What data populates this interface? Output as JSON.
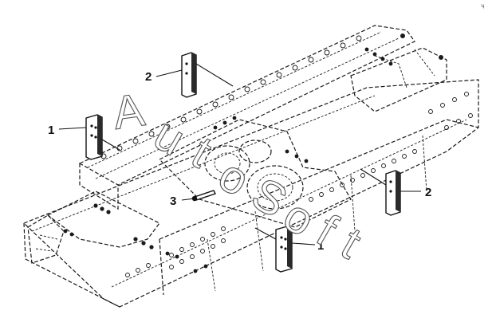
{
  "diagram": {
    "callouts": [
      {
        "id": "c1a",
        "label": "1"
      },
      {
        "id": "c1b",
        "label": "1"
      },
      {
        "id": "c2a",
        "label": "2"
      },
      {
        "id": "c2b",
        "label": "2"
      },
      {
        "id": "c3",
        "label": "3"
      }
    ],
    "watermark": {
      "letters": [
        "A",
        "u",
        "t",
        "o",
        "S",
        "o",
        "f",
        "t"
      ]
    },
    "corner_mark": "ʮ"
  },
  "colors": {
    "line": "#1a1a1a",
    "background": "#ffffff",
    "watermark_outline": "#555555"
  }
}
